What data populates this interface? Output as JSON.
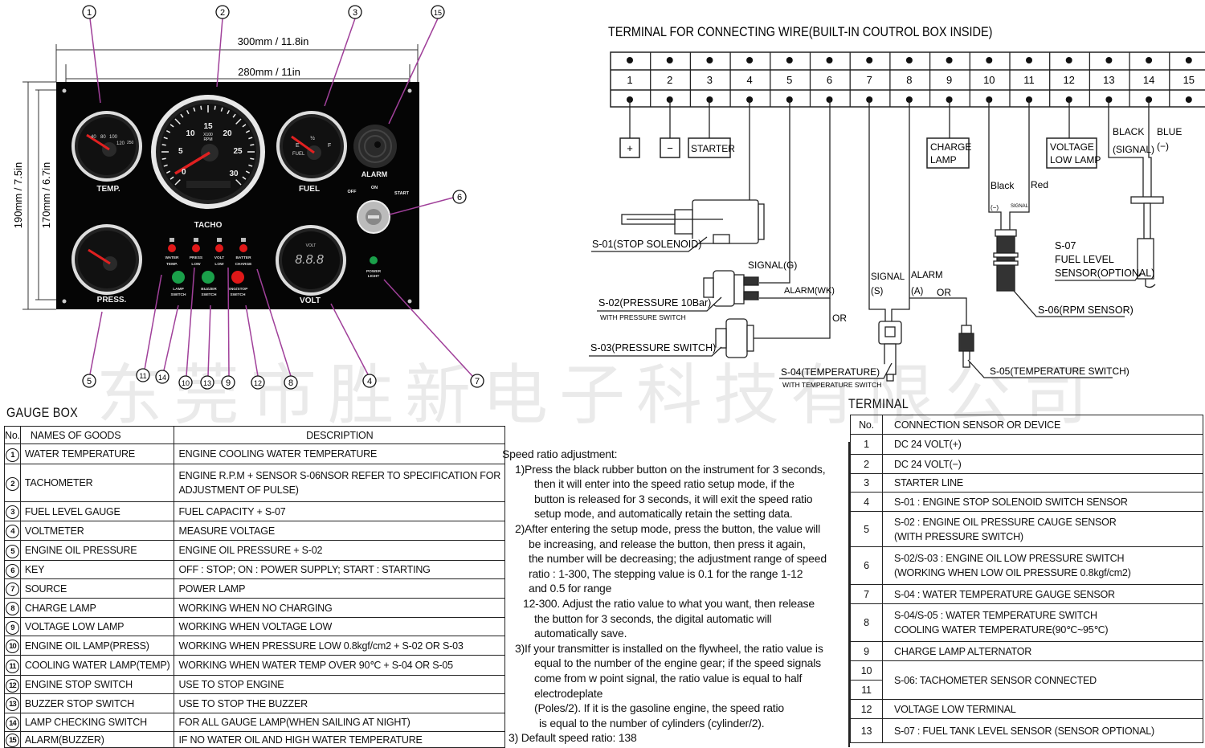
{
  "watermark": "东莞市胜新电子科技有限公司",
  "colors": {
    "callout": "#a0409a",
    "panel": "#050505",
    "lamp_red": "#e01818",
    "lamp_green": "#1aa04a"
  },
  "dimensions": {
    "outer_width": "300mm / 11.8in",
    "inner_width": "280mm / 11in",
    "outer_height": "190mm / 7.5in",
    "inner_height": "170mm / 6.7in"
  },
  "panel": {
    "temp": "TEMP.",
    "tacho": "TACHO",
    "fuel": "FUEL",
    "alarm": "ALARM",
    "press": "PRESS.",
    "volt": "VOLT",
    "key_off": "OFF",
    "key_on": "ON",
    "key_start": "START",
    "power_light": [
      "POWER",
      "LIGHT"
    ],
    "tacho_ticks": [
      "0",
      "5",
      "10",
      "15",
      "20",
      "25",
      "30"
    ],
    "tacho_unit": [
      "X100",
      "RPM"
    ],
    "temp_ticks": [
      "40",
      "80",
      "100",
      "120",
      "250"
    ],
    "fuel_ticks": [
      "E",
      "½",
      "F"
    ],
    "fuel_label": "FUEL",
    "volt_display": "8.8.8",
    "volt_unit": "VOLT",
    "lamps": [
      [
        "WATER",
        "TEMP."
      ],
      [
        "PRESS",
        "LOW"
      ],
      [
        "VOLT",
        "LOW"
      ],
      [
        "BATTER",
        "CHARGE"
      ]
    ],
    "switches": [
      [
        "LAMP",
        "SWITCH"
      ],
      [
        "BUZZER",
        "SWITCH"
      ],
      [
        "ENG/STOP",
        "SWITCH"
      ]
    ]
  },
  "callouts": [
    "1",
    "2",
    "3",
    "15",
    "6",
    "5",
    "11",
    "14",
    "10",
    "13",
    "9",
    "12",
    "8",
    "4",
    "7"
  ],
  "wiring": {
    "title": "TERMINAL  FOR  CONNECTING  WIRE(BUILT-IN  COUTROL  BOX  INSIDE)",
    "terminals": [
      "1",
      "2",
      "3",
      "4",
      "5",
      "6",
      "7",
      "8",
      "9",
      "10",
      "11",
      "12",
      "13",
      "14",
      "15"
    ],
    "plus": "+",
    "minus": "−",
    "starter": "STARTER",
    "charge_lamp": [
      "CHARGE",
      "LAMP"
    ],
    "voltage_low_lamp": [
      "VOLTAGE",
      "LOW LAMP"
    ],
    "black_signal": [
      "BLACK",
      "(SIGNAL)"
    ],
    "blue": [
      "BLUE",
      "(−)"
    ],
    "black": "Black",
    "red": "Red",
    "neg": "(−)",
    "signal_small": "SIGNAL",
    "s01": "S-01(STOP SOLENOID)",
    "signal_g": "SIGNAL(G)",
    "alarm_wk": "ALARM(WK)",
    "s02": "S-02(PRESSURE  10Bar)",
    "s02_sub": "WITH PRESSURE SWITCH",
    "or1": "OR",
    "s03": "S-03(PRESSURE  SWITCH)",
    "signal_s": [
      "SIGNAL",
      "(S)"
    ],
    "alarm_a": [
      "ALARM",
      "(A)"
    ],
    "or2": "OR",
    "s04": "S-04(TEMPERATURE)",
    "s04_sub": "WITH TEMPERATURE SWITCH",
    "s05": "S-05(TEMPERATURE  SWITCH)",
    "s06": "S-06(RPM  SENSOR)",
    "s07": [
      "S-07",
      "FUEL  LEVEL",
      "SENSOR(OPTIONAL)"
    ]
  },
  "gauge_box": {
    "title": "GAUGE  BOX",
    "headers": [
      "No.",
      "NAMES  OF  GOODS",
      "DESCRIPTION"
    ],
    "rows": [
      {
        "no": "1",
        "name": "WATER  TEMPERATURE",
        "desc": [
          "ENGINE  COOLING  WATER  TEMPERATURE"
        ]
      },
      {
        "no": "2",
        "name": "TACHOMETER",
        "desc": [
          "ENGINE  R.P.M  +  SENSOR  S-06NSOR  REFER  TO  SPECIFICATION  FOR",
          "ADJUSTMENT  OF  PULSE)"
        ]
      },
      {
        "no": "3",
        "name": "FUEL  LEVEL  GAUGE",
        "desc": [
          "FUEL  CAPACITY  +  S-07"
        ]
      },
      {
        "no": "4",
        "name": "VOLTMETER",
        "desc": [
          "MEASURE  VOLTAGE"
        ]
      },
      {
        "no": "5",
        "name": "ENGINE  OIL  PRESSURE",
        "desc": [
          "ENGINE  OIL  PRESSURE  +  S-02"
        ]
      },
      {
        "no": "6",
        "name": "KEY",
        "desc": [
          "OFF  :  STOP;  ON  :  POWER  SUPPLY;  START  :  STARTING"
        ]
      },
      {
        "no": "7",
        "name": "SOURCE",
        "desc": [
          "POWER  LAMP"
        ]
      },
      {
        "no": "8",
        "name": "CHARGE  LAMP",
        "desc": [
          "WORKING  WHEN  NO  CHARGING"
        ]
      },
      {
        "no": "9",
        "name": "VOLTAGE  LOW  LAMP",
        "desc": [
          "WORKING  WHEN  VOLTAGE  LOW"
        ]
      },
      {
        "no": "10",
        "name": "ENGINE  OIL  LAMP(PRESS)",
        "desc": [
          "WORKING  WHEN  PRESSURE  LOW  0.8kgf/cm2  +  S-02  OR  S-03"
        ]
      },
      {
        "no": "11",
        "name": "COOLING  WATER  LAMP(TEMP)",
        "desc": [
          "WORKING  WHEN  WATER  TEMP  OVER  90℃  +  S-04  OR  S-05"
        ]
      },
      {
        "no": "12",
        "name": "ENGINE  STOP  SWITCH",
        "desc": [
          "USE    TO  STOP  ENGINE"
        ]
      },
      {
        "no": "13",
        "name": "BUZZER  STOP  SWITCH",
        "desc": [
          "USE  TO  STOP  THE  BUZZER"
        ]
      },
      {
        "no": "14",
        "name": "LAMP  CHECKING  SWITCH",
        "desc": [
          "FOR  ALL  GAUGE  LAMP(WHEN  SAILING  AT  NIGHT)"
        ]
      },
      {
        "no": "15",
        "name": "ALARM(BUZZER)",
        "desc": [
          "IF  NO  WATER OIL  AND  HIGH  WATER  TEMPERATURE"
        ]
      }
    ]
  },
  "speed_ratio": {
    "title": "Speed ratio adjustment:",
    "lines": [
      "1)Press the black rubber button on the instrument for 3 seconds,",
      "then it will enter into the speed ratio setup mode, if the",
      "button is released for 3 seconds, it will exit the speed ratio",
      "setup mode, and automatically retain the setting data.",
      "2)After entering the setup mode, press the button, the value will",
      "be increasing, and release the button, then press it again,",
      "the number will be decreasing; the adjustment range of speed",
      "ratio : 1-300, The stepping value is 0.1 for  the range 1-12",
      "and 0.5 for range",
      "12-300. Adjust the ratio value to  what you want, then release",
      "the button for 3 seconds, the digital      automatic will",
      "automatically save.",
      "3)If your transmitter is installed on the flywheel, the ratio value is",
      "equal to the number of the engine gear; if the speed signals",
      "come from w point signal, the ratio value is equal to half",
      "electrodeplate",
      "(Poles/2). If it is the gasoline engine, the speed ratio",
      "is equal to the    number of cylinders (cylinder/2).",
      "3) Default speed ratio: 138"
    ]
  },
  "terminal_table": {
    "title": "TERMINAL",
    "headers": [
      "No.",
      "CONNECTION  SENSOR  OR  DEVICE"
    ],
    "rows": [
      {
        "no": "1",
        "desc": [
          "DC  24  VOLT(+)"
        ]
      },
      {
        "no": "2",
        "desc": [
          "DC  24  VOLT(−)"
        ]
      },
      {
        "no": "3",
        "desc": [
          "STARTER  LINE"
        ]
      },
      {
        "no": "4",
        "desc": [
          "S-01  :  ENGINE  STOP  SOLENOID  SWITCH  SENSOR"
        ]
      },
      {
        "no": "5",
        "desc": [
          "S-02  :  ENGINE  OIL  PRESSURE  CAUGE  SENSOR",
          "(WITH  PRESSURE  SWITCH)"
        ]
      },
      {
        "no": "6",
        "desc": [
          "S-02/S-03  :  ENGINE  OIL  LOW  PRESSURE   SWITCH",
          "(WORKING  WHEN  LOW  OIL  PRESSURE  0.8kgf/cm2)"
        ]
      },
      {
        "no": "7",
        "desc": [
          "S-04  :  WATER  TEMPERATURE  GAUGE  SENSOR"
        ]
      },
      {
        "no": "8",
        "desc": [
          "S-04/S-05  :  WATER  TEMPERATURE  SWITCH",
          "COOLING  WATER  TEMPERATURE(90℃~95℃)"
        ]
      },
      {
        "no": "9",
        "desc": [
          "CHARGE  LAMP  ALTERNATOR"
        ]
      },
      {
        "no": "10",
        "desc": [
          "S-06:  TACHOMETER  SENSOR  CONNECTED"
        ]
      },
      {
        "no": "11",
        "desc": []
      },
      {
        "no": "12",
        "desc": [
          "VOLTAGE  LOW  TERMINAL"
        ]
      },
      {
        "no": "13",
        "desc": [
          "S-07  :  FUEL  TANK  LEVEL  SENSOR  (SENSOR  OPTIONAL)"
        ]
      }
    ]
  }
}
